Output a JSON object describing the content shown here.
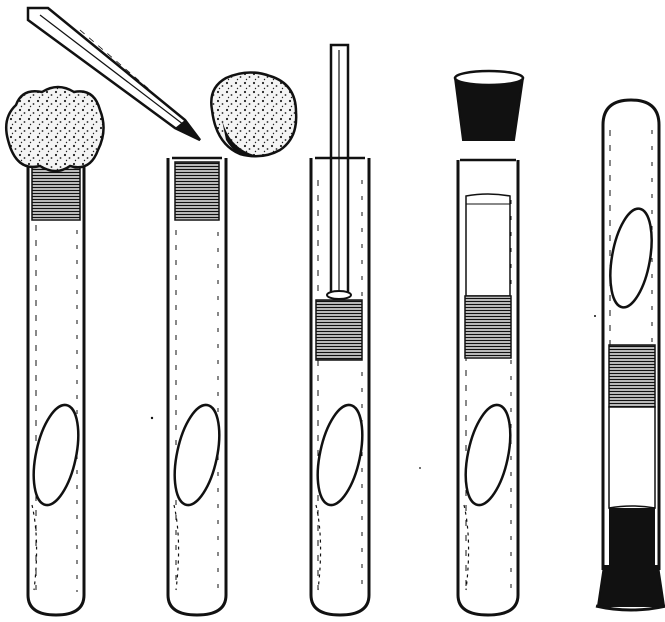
{
  "colors": {
    "ink": "#111111",
    "paper": "#ffffff",
    "cotton": "#f2f2f2",
    "shade": "#3a3a3a"
  },
  "figure": {
    "tubes": [
      {
        "step": 1,
        "top_item": "cotton-plug",
        "plug": "fiber-plug-at-mouth",
        "culture": "agar-slant"
      },
      {
        "step": 2,
        "top_item": "pipette-and-removed-cotton",
        "plug": "fiber-plug-trimmed",
        "culture": "agar-slant"
      },
      {
        "step": 3,
        "top_item": "glass-rod",
        "plug": "fiber-plug-pushed-down",
        "culture": "agar-slant"
      },
      {
        "step": 4,
        "top_item": "rubber-stopper-above",
        "plug": "fiber-plug-with-layer",
        "culture": "agar-slant"
      },
      {
        "step": 5,
        "top_item": "inverted-stopped-tube",
        "plug": "fiber-plug-middle",
        "culture": "agar-slant"
      }
    ]
  }
}
